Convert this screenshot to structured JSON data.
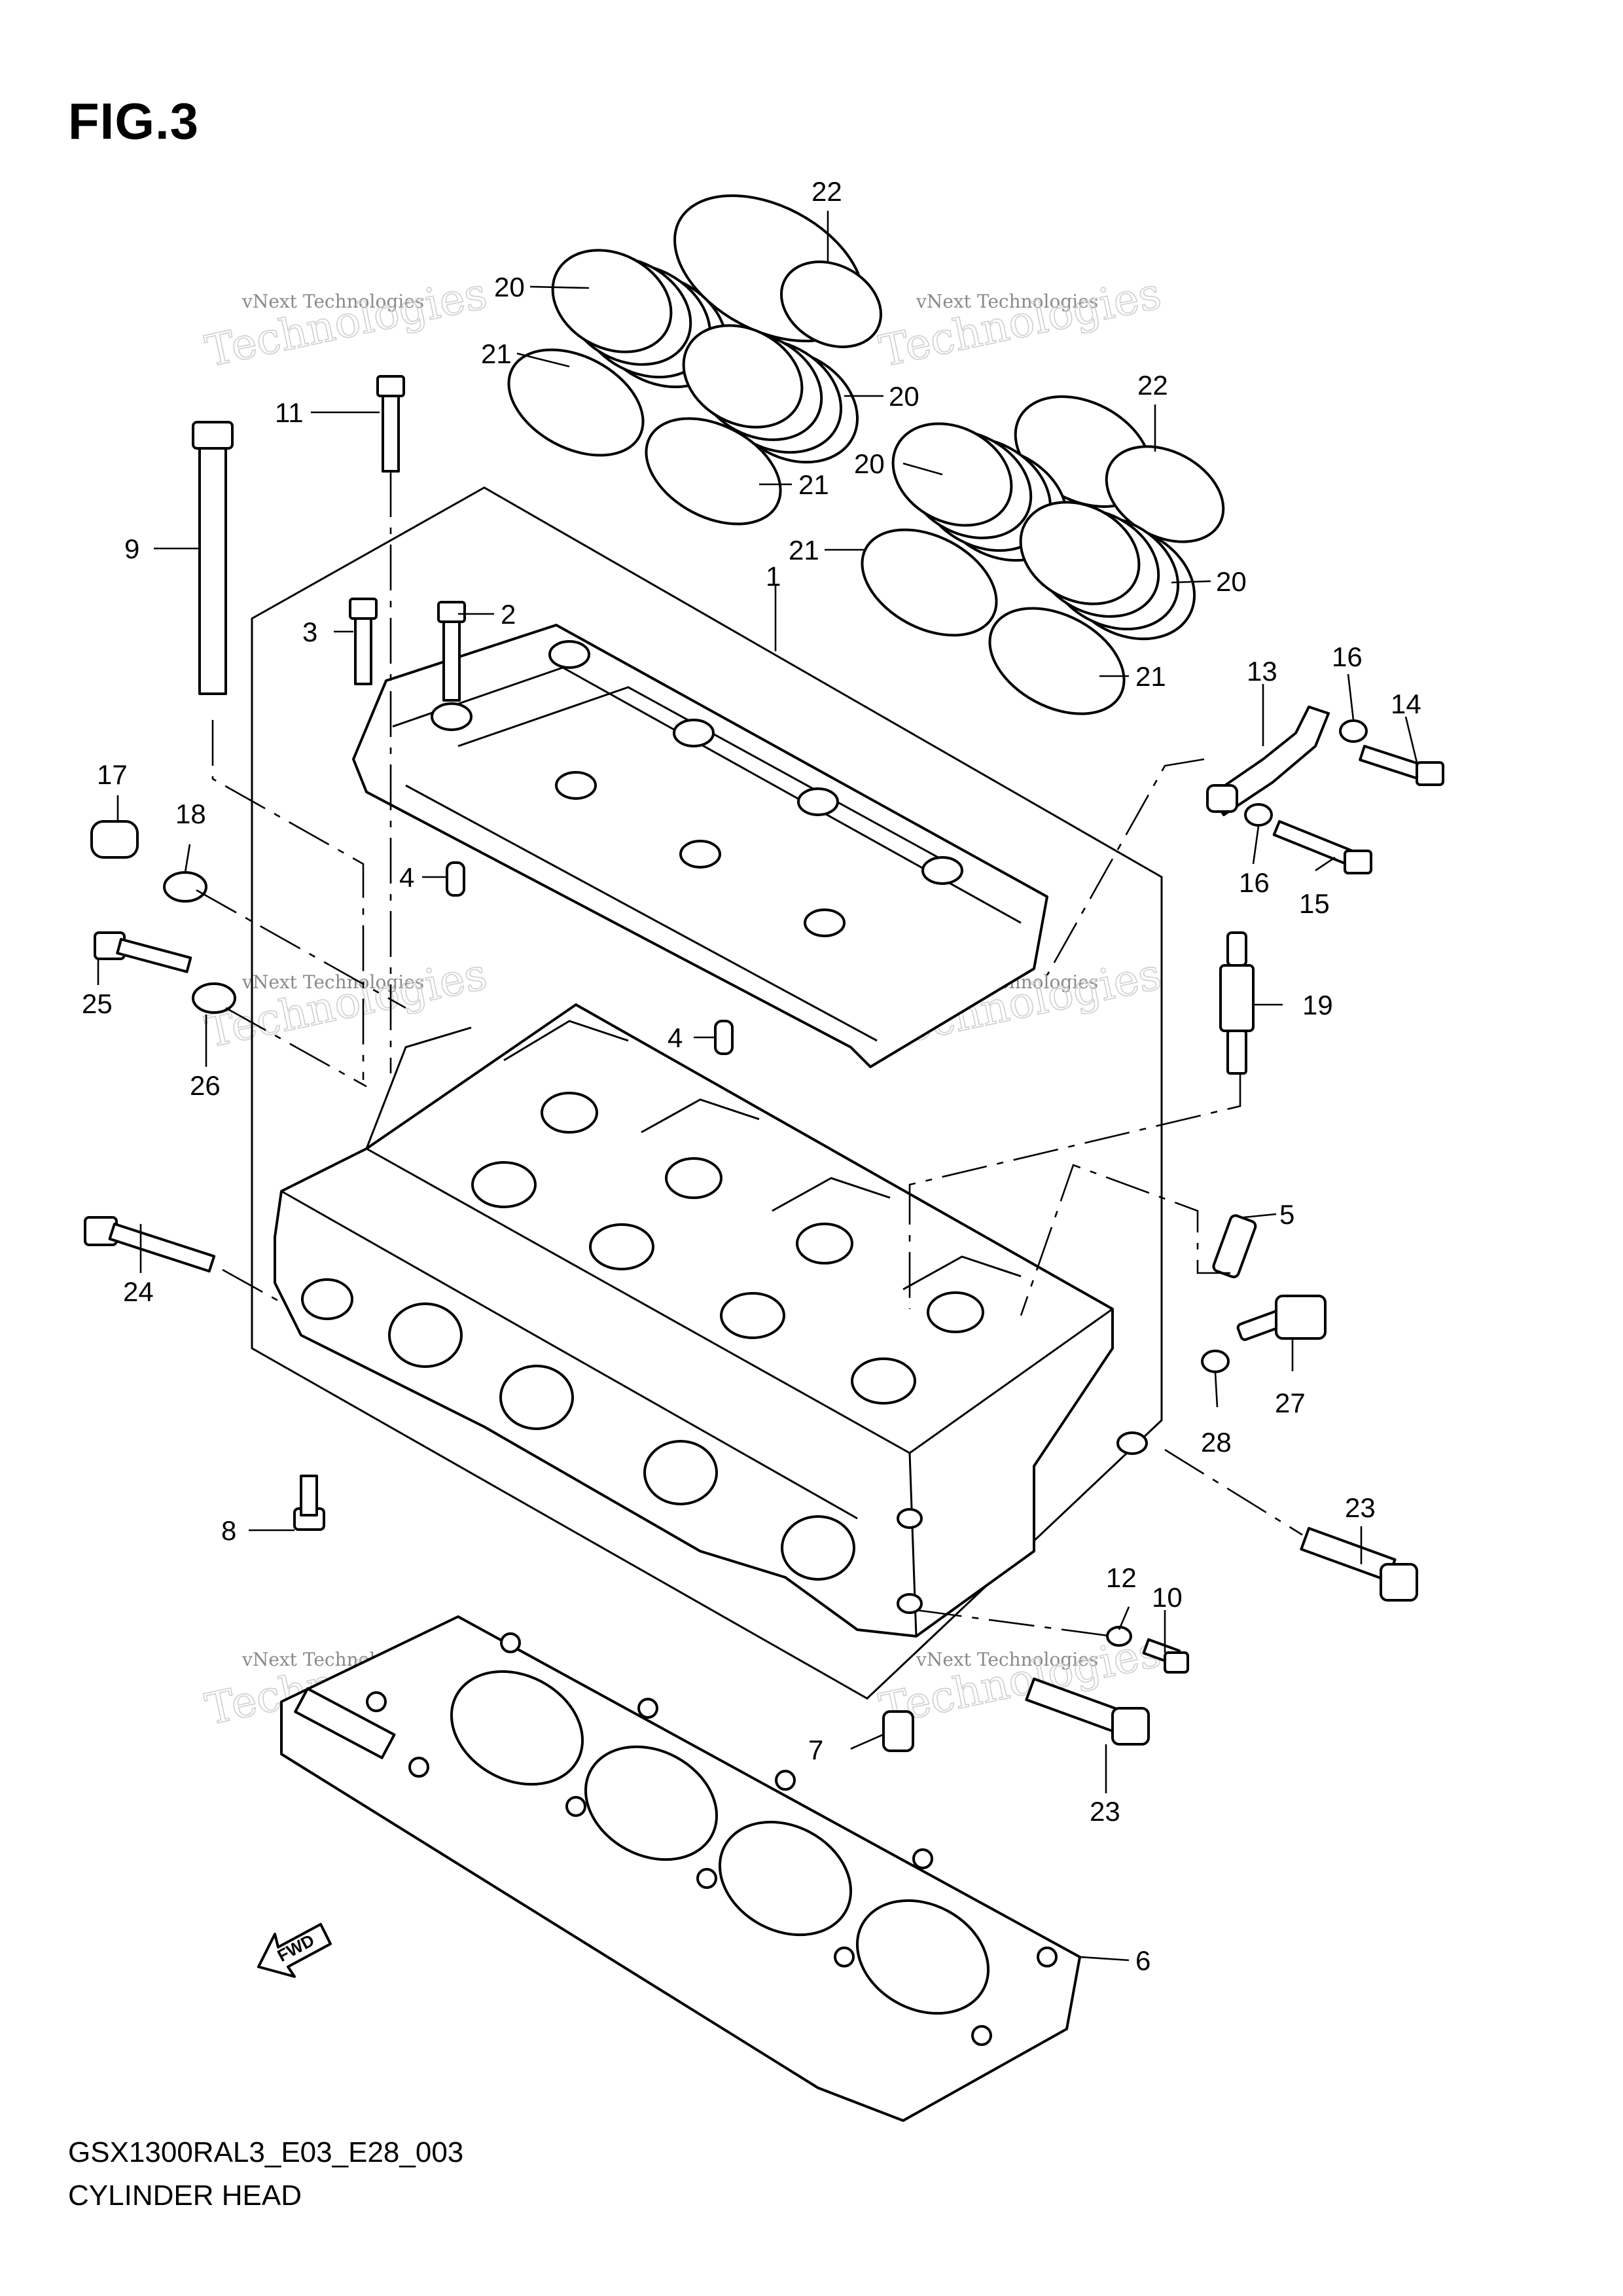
{
  "figure": {
    "title": "FIG.3"
  },
  "footer": {
    "model_code": "GSX1300RAL3_E03_E28_003",
    "section_name": "CYLINDER HEAD"
  },
  "fwd_label": "FWD",
  "watermark": {
    "small": "vNext Technologies",
    "large": "Technologies"
  },
  "callouts": [
    {
      "id": "c1",
      "label": "1"
    },
    {
      "id": "c2",
      "label": "2"
    },
    {
      "id": "c3",
      "label": "3"
    },
    {
      "id": "c4a",
      "label": "4"
    },
    {
      "id": "c4b",
      "label": "4"
    },
    {
      "id": "c5",
      "label": "5"
    },
    {
      "id": "c6",
      "label": "6"
    },
    {
      "id": "c7",
      "label": "7"
    },
    {
      "id": "c8",
      "label": "8"
    },
    {
      "id": "c9",
      "label": "9"
    },
    {
      "id": "c10",
      "label": "10"
    },
    {
      "id": "c11",
      "label": "11"
    },
    {
      "id": "c12",
      "label": "12"
    },
    {
      "id": "c13",
      "label": "13"
    },
    {
      "id": "c14",
      "label": "14"
    },
    {
      "id": "c15",
      "label": "15"
    },
    {
      "id": "c16a",
      "label": "16"
    },
    {
      "id": "c16b",
      "label": "16"
    },
    {
      "id": "c17",
      "label": "17"
    },
    {
      "id": "c18",
      "label": "18"
    },
    {
      "id": "c19",
      "label": "19"
    },
    {
      "id": "c20a",
      "label": "20"
    },
    {
      "id": "c20b",
      "label": "20"
    },
    {
      "id": "c20c",
      "label": "20"
    },
    {
      "id": "c20d",
      "label": "20"
    },
    {
      "id": "c21a",
      "label": "21"
    },
    {
      "id": "c21b",
      "label": "21"
    },
    {
      "id": "c21c",
      "label": "21"
    },
    {
      "id": "c21d",
      "label": "21"
    },
    {
      "id": "c22a",
      "label": "22"
    },
    {
      "id": "c22b",
      "label": "22"
    },
    {
      "id": "c23a",
      "label": "23"
    },
    {
      "id": "c23b",
      "label": "23"
    },
    {
      "id": "c24",
      "label": "24"
    },
    {
      "id": "c25",
      "label": "25"
    },
    {
      "id": "c26",
      "label": "26"
    },
    {
      "id": "c27",
      "label": "27"
    },
    {
      "id": "c28",
      "label": "28"
    }
  ]
}
